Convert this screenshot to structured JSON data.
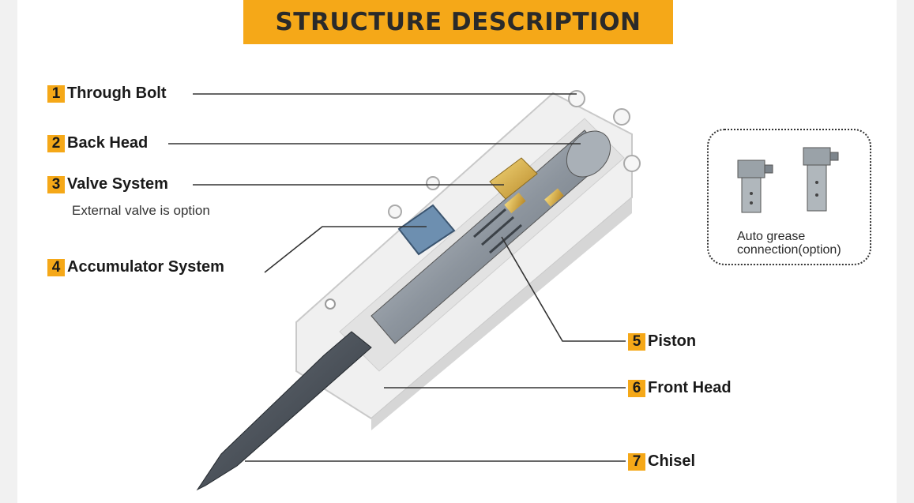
{
  "title": "STRUCTURE DESCRIPTION",
  "labels": [
    {
      "num": "1",
      "text": "Through Bolt"
    },
    {
      "num": "2",
      "text": "Back Head"
    },
    {
      "num": "3",
      "text": "Valve System"
    },
    {
      "num": "4",
      "text": "Accumulator System"
    },
    {
      "num": "5",
      "text": "Piston"
    },
    {
      "num": "6",
      "text": "Front Head"
    },
    {
      "num": "7",
      "text": "Chisel"
    }
  ],
  "valve_note": "External valve is option",
  "grease_caption_line1": "Auto grease",
  "grease_caption_line2": "connection(option)",
  "colors": {
    "accent": "#f5a818",
    "text": "#1a1a1a",
    "body": "#ececec",
    "chisel": "#4a5058"
  }
}
